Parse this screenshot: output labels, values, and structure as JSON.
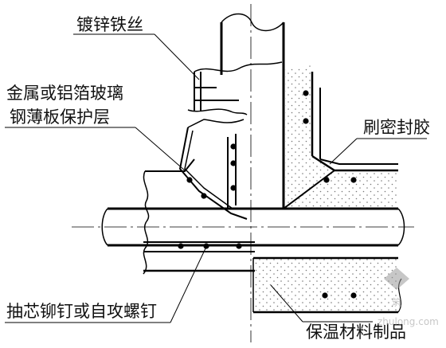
{
  "labels": {
    "galvanized_wire": "镀锌铁丝",
    "metal_sheet_line1": "金属或铝箔玻璃",
    "metal_sheet_line2": "钢薄板保护层",
    "sealant": "刷密封胶",
    "rivets": "抽芯铆钉或自攻螺钉",
    "insulation": "保温材料制品"
  },
  "watermark": {
    "site": "zhulong.com",
    "mark": "筑"
  },
  "colors": {
    "line": "#000000",
    "hatch": "#777777",
    "background": "#ffffff"
  }
}
